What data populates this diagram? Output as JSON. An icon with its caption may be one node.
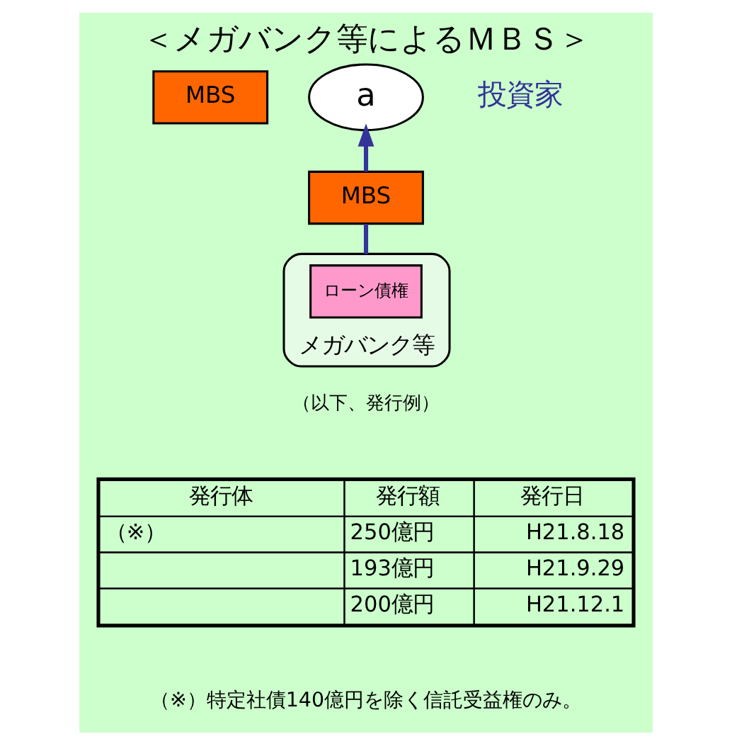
{
  "diagram": {
    "title": "＜メガバンク等によるＭＢＳ＞",
    "nodes": [
      {
        "text": [
          "MBS"
        ]
      },
      {
        "text": [
          "a"
        ]
      },
      {
        "text": [
          "MBS"
        ]
      },
      {
        "text": [
          "メガバンク等"
        ]
      },
      {
        "text": [
          "ローン債権"
        ],
        "in": 3
      }
    ],
    "edges": [
      {
        "from": 3,
        "to": 2,
        "arrow": "none"
      },
      {
        "from": 2,
        "to": 1,
        "arrow": "to"
      }
    ],
    "labels": [
      "投資家",
      "（以下、発行例）",
      "発行体",
      "発行額",
      "発行日",
      "（※）",
      "250億円",
      "H21.8.18",
      "193億円",
      "H21.9.29",
      "200億円",
      "H21.12.1",
      "（※）特定社債140億円を除く信託受益権のみ。"
    ]
  }
}
